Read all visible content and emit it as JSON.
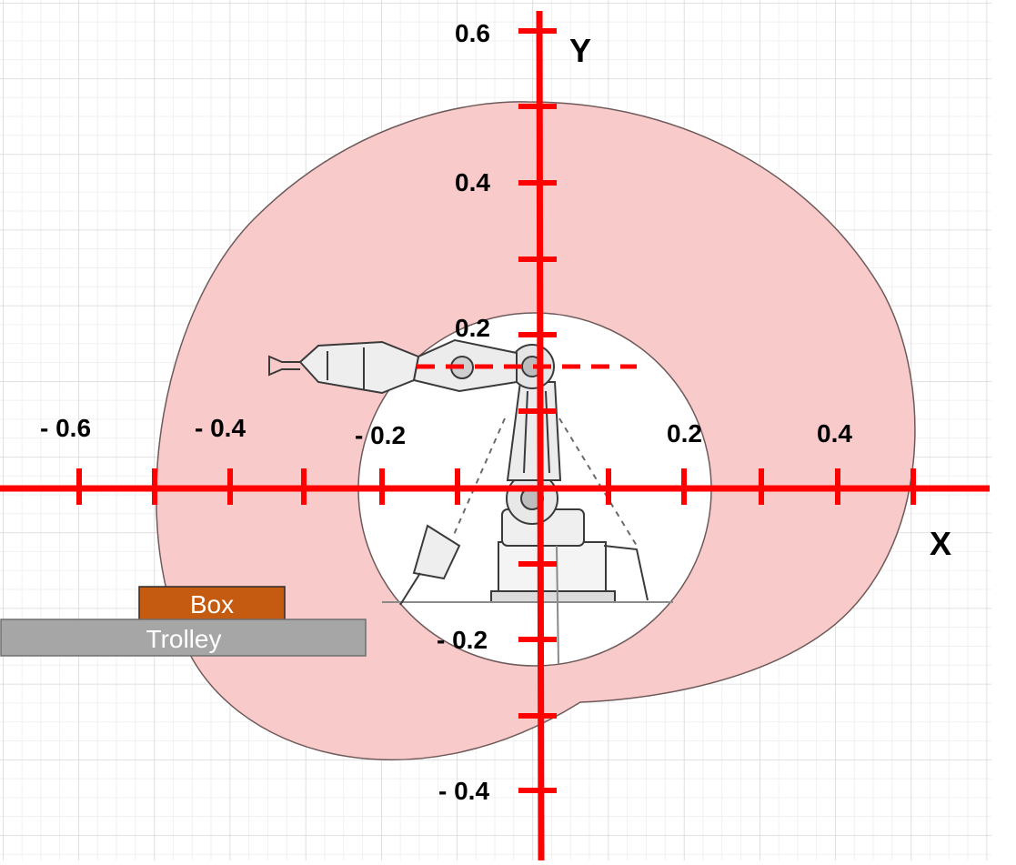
{
  "axes": {
    "x_name": "X",
    "y_name": "Y",
    "x_tick_labels": [
      "- 0.6",
      "- 0.4",
      "- 0.2",
      "0.2",
      "0.4"
    ],
    "y_tick_labels": [
      "0.6",
      "0.4",
      "0.2",
      "- 0.2",
      "- 0.4"
    ]
  },
  "objects": {
    "box_label": "Box",
    "trolley_label": "Trolley"
  },
  "colors": {
    "axis": "#ff0000",
    "workspace_fill": "#f9caca",
    "workspace_stroke": "#6e5a5a",
    "grid": "#d9d9d9",
    "box": "#c55a11",
    "trolley": "#a6a6a6"
  },
  "icons": [
    "robot-arm-drawing"
  ]
}
